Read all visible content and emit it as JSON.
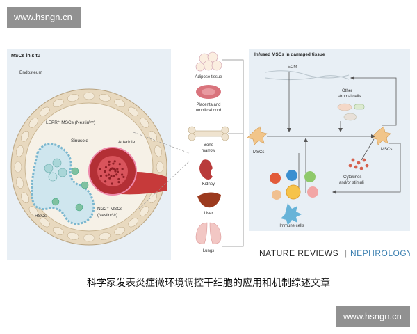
{
  "watermark": {
    "text": "www.hsngn.cn"
  },
  "left_panel": {
    "title": "MSCs in situ",
    "labels": {
      "endosteum": "Endosteum",
      "leprmscs": "LEPR⁺ MSCs (Nestinˡᵒʷ)",
      "sinusoid": "Sinusoid",
      "arteriole": "Arteriole",
      "hscs": "HSCs",
      "ng2mscs": "NG2⁺ MSCs",
      "nestinhigh": "(Nestinʰⁱᵍʰ)"
    }
  },
  "sources": {
    "items": [
      {
        "label1": "Adipose tissue",
        "label2": ""
      },
      {
        "label1": "Placenta and",
        "label2": "umbilical cord"
      },
      {
        "label1": "Bone",
        "label2": "marrow"
      },
      {
        "label1": "Kidney",
        "label2": ""
      },
      {
        "label1": "Liver",
        "label2": ""
      },
      {
        "label1": "Lungs",
        "label2": ""
      }
    ]
  },
  "right_panel": {
    "title": "Infused MSCs in damaged tissue",
    "labels": {
      "ecm": "ECM",
      "other_stromal": "Other",
      "other_stromal2": "stromal cells",
      "mscs_left": "MSCs",
      "mscs_right": "MSCs",
      "cytokines": "Cytokines",
      "cytokines2": "and/or stimuli",
      "immune": "Immune cells"
    }
  },
  "brand": {
    "nature": "NATURE REVIEWS",
    "sep": "|",
    "journal": "NEPHROLOGY"
  },
  "caption": "科学家发表炎症微环境调控干细胞的应用和机制综述文章",
  "colors": {
    "panel_bg": "#e8eff5",
    "journal": "#3a7fb0",
    "bone_fill": "#efe3cf",
    "arteriole": "#c63a3a"
  }
}
